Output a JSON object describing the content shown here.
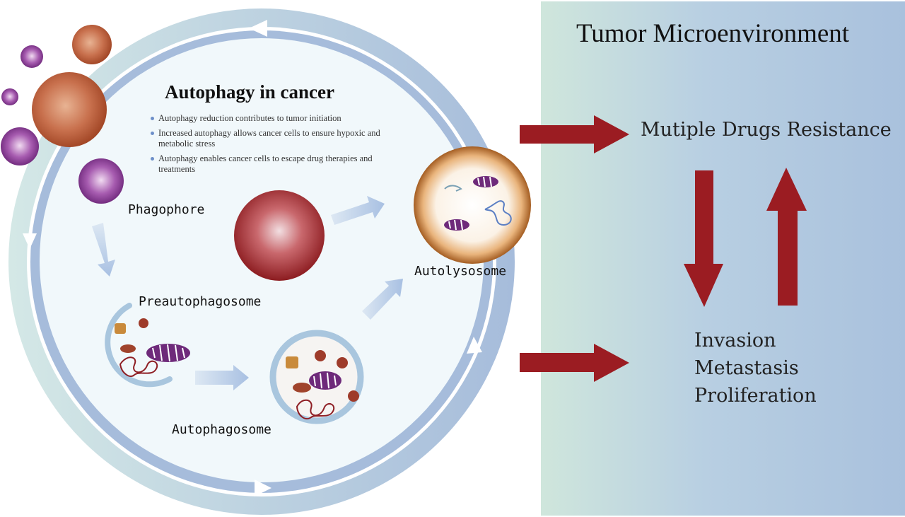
{
  "panel": {
    "title": "Tumor Microenvironment",
    "outcome_top": "Mutiple Drugs Resistance",
    "outcome_bottom": [
      "Invasion",
      "Metastasis",
      "Proliferation"
    ]
  },
  "cell": {
    "title": "Autophagy in cancer",
    "bullets": [
      "Autophagy reduction contributes to tumor initiation",
      "Increased autophagy allows cancer cells  to ensure hypoxic and metabolic stress",
      "Autophagy enables cancer cells to escape drug therapies and treatments"
    ],
    "stages": {
      "phagophore": "Phagophore",
      "preautophagosome": "Preautophagosome",
      "autophagosome": "Autophagosome",
      "autolysosome": "Autolysosome"
    }
  },
  "colors": {
    "arrow_red": "#9b1c22",
    "ring_blue": "#a9bedb",
    "mitochondria_purple": "#6e2a7a"
  }
}
